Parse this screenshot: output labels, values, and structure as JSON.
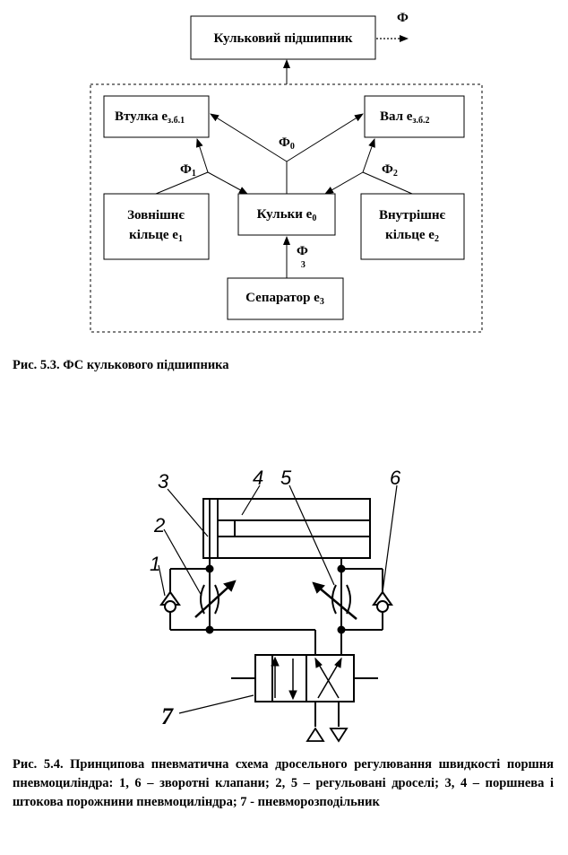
{
  "fig1": {
    "flow_out_label": "Ф",
    "top_box": "Кульковий підшипник",
    "sleeve": {
      "main": "Втулка е",
      "sub": "з.б.1"
    },
    "shaft": {
      "main": "Вал е",
      "sub": "з.б.2"
    },
    "balls": {
      "main": "Кульки е",
      "sub": "0"
    },
    "outer_ring": {
      "line1": "Зовнішнє",
      "line2": "кільце е",
      "sub": "1"
    },
    "inner_ring": {
      "line1": "Внутрішнє",
      "line2": "кільце е",
      "sub": "2"
    },
    "separator": {
      "main": "Сепаратор е",
      "sub": "3"
    },
    "flow0": {
      "main": "Ф",
      "sub": "0"
    },
    "flow1": {
      "main": "Ф",
      "sub": "1"
    },
    "flow2": {
      "main": "Ф",
      "sub": "2"
    },
    "flow3": {
      "main": "Ф",
      "sub": "3"
    },
    "caption": "Рис. 5.3. ФС кулькового підшипника"
  },
  "fig2": {
    "labels": [
      "1",
      "2",
      "3",
      "4",
      "5",
      "6",
      "7"
    ],
    "caption": "Рис. 5.4. Принципова пневматична схема дросельного регулювання швидкості поршня пневмоциліндра: 1, 6 – зворотні клапани; 2, 5 – регульовані дроселі; 3, 4 – поршнева і штокова порожнини пневмоциліндра; 7 - пневморозподільник"
  }
}
